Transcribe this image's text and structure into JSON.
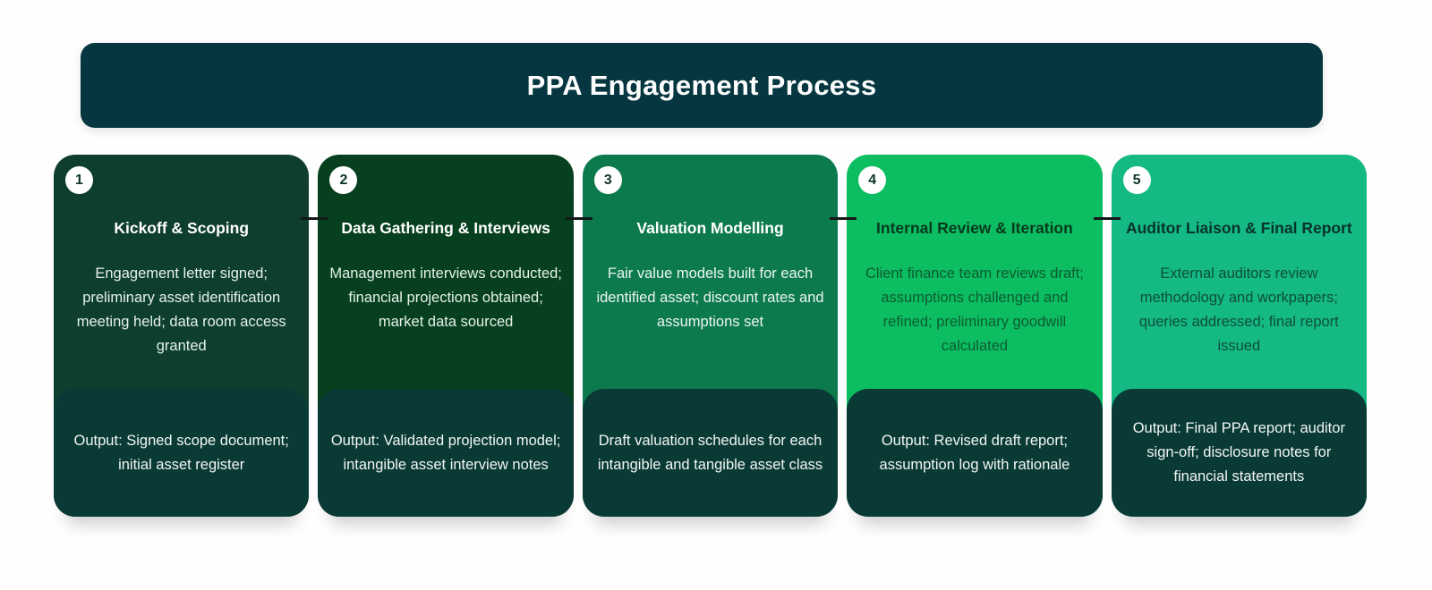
{
  "page": {
    "background": "#fefefe"
  },
  "header": {
    "title": "PPA Engagement Process",
    "background": "#063741",
    "text_color": "#ffffff"
  },
  "connector": {
    "color": "#15181a"
  },
  "badge": {
    "background": "#ffffff",
    "text_color": "#0c352c"
  },
  "output_panel": {
    "background": "#0a3a36",
    "text_color": "#f2f7f4"
  },
  "stages": [
    {
      "number": "1",
      "title": "Kickoff & Scoping",
      "description": "Engagement letter signed; preliminary asset identification meeting held; data room access granted",
      "output": "Output: Signed scope document; initial asset register",
      "card_color": "#0e3e2d",
      "title_color": "#ffffff",
      "body_color": "#e4f2ea"
    },
    {
      "number": "2",
      "title": "Data Gathering & Interviews",
      "description": "Management interviews conducted; financial projections obtained; market data sourced",
      "output": "Output: Validated projection model; intangible asset interview notes",
      "card_color": "#07401f",
      "title_color": "#ffffff",
      "body_color": "#e4f2ea"
    },
    {
      "number": "3",
      "title": "Valuation Modelling",
      "description": "Fair value models built for each identified asset; discount rates and assumptions set",
      "output": "Draft valuation schedules for each intangible and tangible asset class",
      "card_color": "#0d7a4e",
      "title_color": "#ffffff",
      "body_color": "#eaf6f0"
    },
    {
      "number": "4",
      "title": "Internal Review & Iteration",
      "description": "Client finance team reviews draft; assumptions challenged and refined; preliminary goodwill calculated",
      "output": "Output: Revised draft report; assumption log with rationale",
      "card_color": "#0cbe61",
      "title_color": "#06391e",
      "body_color": "#0d5c33"
    },
    {
      "number": "5",
      "title": "Auditor Liaison & Final Report",
      "description": "External auditors review methodology and workpapers; queries addressed; final report issued",
      "output": "Output: Final PPA report; auditor sign-off; disclosure notes for financial statements",
      "card_color": "#14b984",
      "title_color": "#08332a",
      "body_color": "#0e4f3a"
    }
  ]
}
